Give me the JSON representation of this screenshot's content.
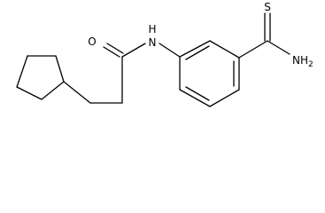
{
  "molecule": {
    "atom_labels": {
      "oxygen": "O",
      "nitrogen_amide": "N",
      "hydrogen_amide": "H",
      "sulfur": "S",
      "amine": "NH",
      "amine_subscript": "2"
    }
  }
}
